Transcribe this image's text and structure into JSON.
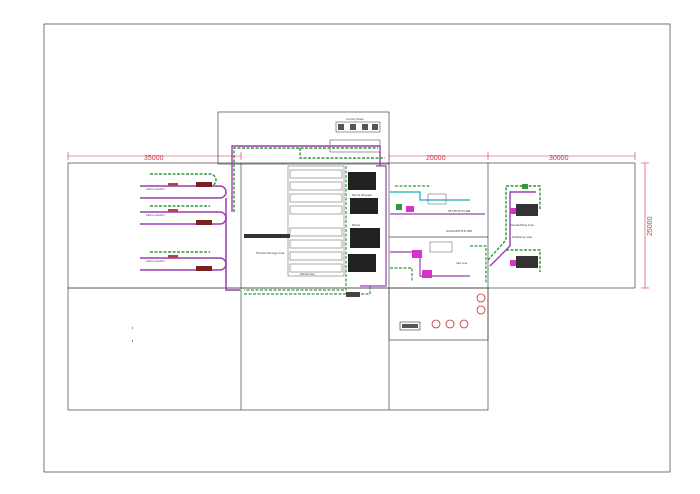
{
  "dimensions": {
    "d1": "35000",
    "d2": "20000",
    "d3": "30000",
    "d4": "25000"
  },
  "labels": {
    "cutting_tower": "Cooling Tower",
    "pet_bottle_line": "PET BOTTLE LINE",
    "glass_bottle_line": "GLASS BOTTLE LINE",
    "cap_line": "Cap Line",
    "depalletizing": "Depalletizing Area",
    "palletizing": "Palletizing Area",
    "finished_storage": "Finished Storage Area",
    "warehouse": "Warehouse",
    "carton_erector_1": "Carton erector",
    "carton_erector_2": "Carton erector",
    "carton_erector_3": "Carton erector",
    "shrink_wrapper": "Shrink Wrapper",
    "packer": "Packer"
  },
  "colors": {
    "frame": "#444444",
    "dimension": "#cc3344",
    "conveyor_green": "#2f9a3a",
    "conveyor_purple": "#9a3fb0",
    "accent_magenta": "#d633c8",
    "cyan": "#19a9c2"
  }
}
